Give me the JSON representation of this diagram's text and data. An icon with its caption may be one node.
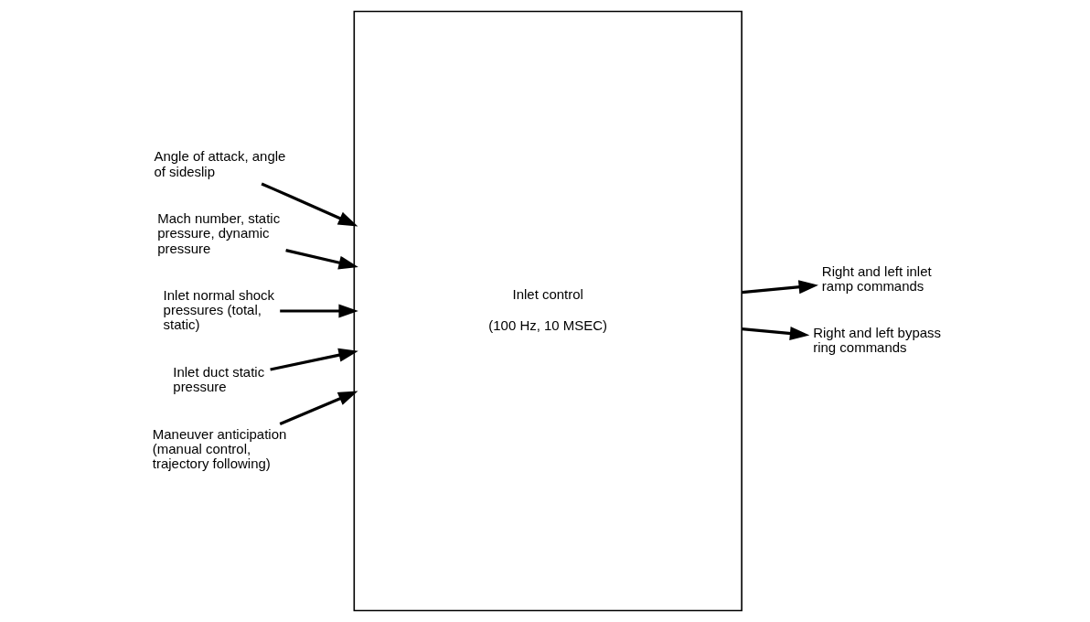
{
  "diagram": {
    "nodes": [
      {
        "text": [
          "Angle of attack, angle of sideslip"
        ]
      },
      {
        "text": [
          "Mach number, static pressure, dynamic pressure"
        ]
      },
      {
        "text": [
          "Inlet normal shock pressures (total, static)"
        ]
      },
      {
        "text": [
          "Inlet duct static pressure"
        ]
      },
      {
        "text": [
          "Maneuver anticipation (manual control, trajectory following)"
        ]
      },
      {
        "text": [
          "Inlet control",
          "(100 Hz, 10 MSEC)"
        ]
      },
      {
        "text": [
          "Right and left inlet ramp commands"
        ]
      },
      {
        "text": [
          "Right and left bypass ring commands"
        ]
      }
    ],
    "edges": [
      {
        "from": 0,
        "to": 5,
        "arrow": "to"
      },
      {
        "from": 1,
        "to": 5,
        "arrow": "to"
      },
      {
        "from": 2,
        "to": 5,
        "arrow": "to"
      },
      {
        "from": 3,
        "to": 5,
        "arrow": "to"
      },
      {
        "from": 4,
        "to": 5,
        "arrow": "to"
      },
      {
        "from": 5,
        "to": 6,
        "arrow": "to"
      },
      {
        "from": 5,
        "to": 7,
        "arrow": "to"
      }
    ]
  }
}
